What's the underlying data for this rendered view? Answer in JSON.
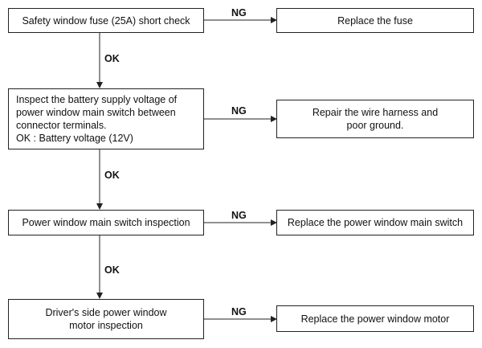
{
  "flow": {
    "steps": [
      {
        "check": "Safety window fuse (25A) short check",
        "ok_label": "OK",
        "ng_label": "NG",
        "remedy": "Replace the fuse"
      },
      {
        "check": "Inspect the battery supply voltage of\npower window main switch between\nconnector terminals.\nOK : Battery voltage (12V)",
        "ok_label": "OK",
        "ng_label": "NG",
        "remedy": "Repair the wire harness and\npoor ground."
      },
      {
        "check": "Power window main switch inspection",
        "ok_label": "OK",
        "ng_label": "NG",
        "remedy": "Replace the power window main switch"
      },
      {
        "check": "Driver's side power window\nmotor  inspection",
        "ng_label": "NG",
        "remedy": "Replace the power window motor"
      }
    ]
  }
}
